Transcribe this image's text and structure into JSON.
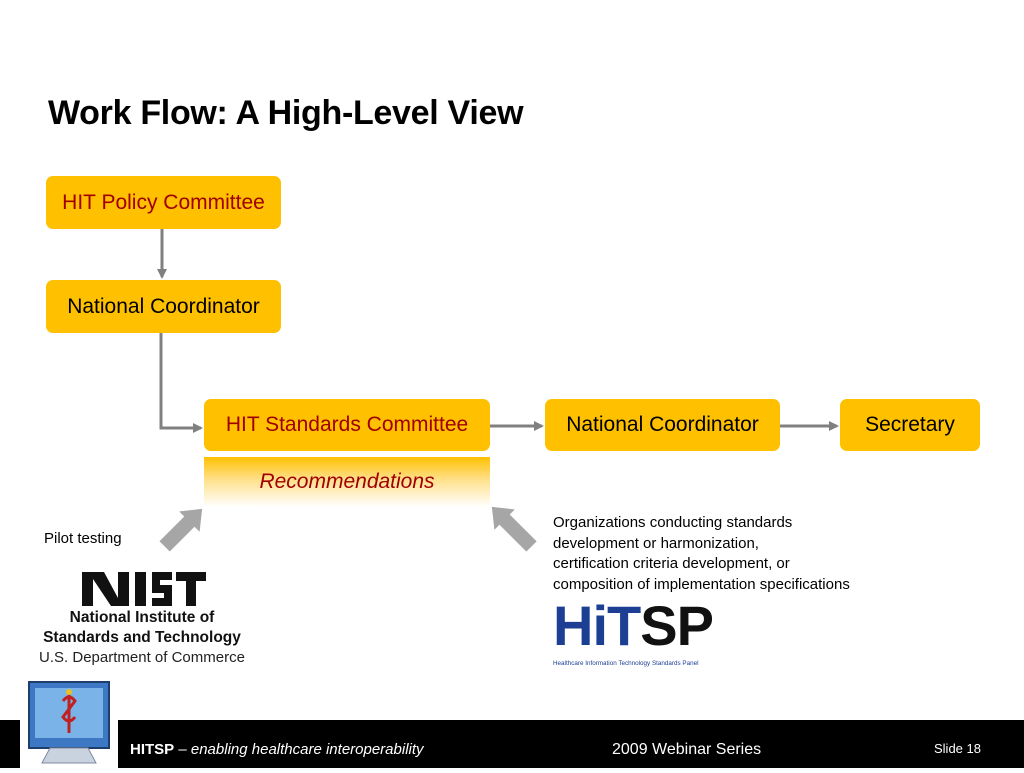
{
  "title": "Work Flow: A High-Level View",
  "boxes": {
    "policy_committee": "HIT Policy Committee",
    "national_coordinator_1": "National Coordinator",
    "standards_committee": "HIT Standards Committee",
    "national_coordinator_2": "National Coordinator",
    "secretary": "Secretary"
  },
  "recommendations": "Recommendations",
  "pilot_label": "Pilot testing",
  "orgs_lines": [
    "Organizations conducting standards",
    "development or harmonization,",
    "certification criteria development, or",
    "composition of implementation specifications"
  ],
  "nist_logo": {
    "line1": "National Institute of",
    "line2": "Standards and Technology",
    "line3": "U.S. Department of Commerce"
  },
  "hitsp_logo": {
    "part1": "HiT",
    "part2": "SP",
    "tagline": "Healthcare Information Technology Standards Panel"
  },
  "footer": {
    "brand": "HITSP",
    "dash": " – ",
    "tagline": "enabling healthcare interoperability",
    "series": "2009 Webinar Series",
    "slide": "Slide 18"
  },
  "colors": {
    "box_fill": "#ffc000",
    "dark_red_text": "#a00000",
    "connector": "#808080",
    "footer_bg": "#000000"
  }
}
